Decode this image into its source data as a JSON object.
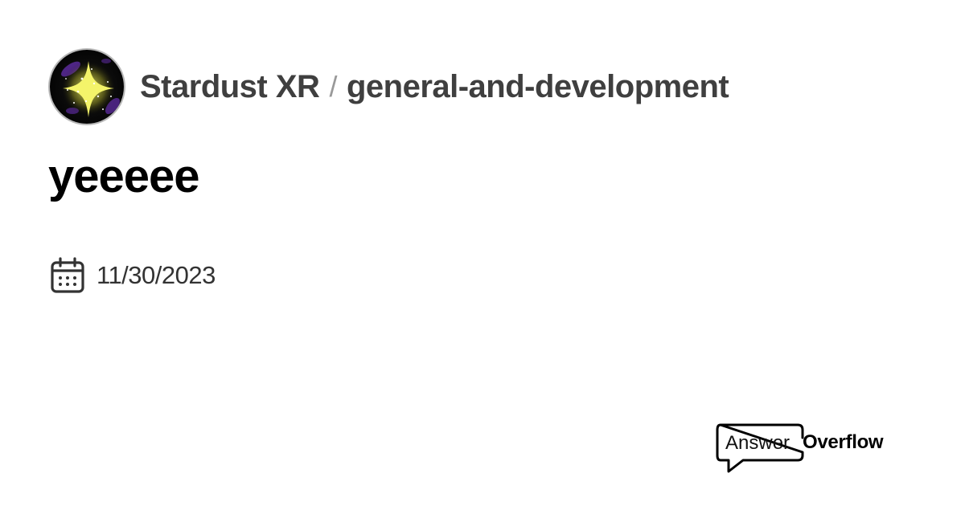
{
  "header": {
    "server_name": "Stardust XR",
    "separator": "/",
    "channel_name": "general-and-development",
    "avatar_icon": "sparkle-star-avatar"
  },
  "post": {
    "title": "yeeeee",
    "date_icon": "calendar-icon",
    "date": "11/30/2023"
  },
  "brand": {
    "answer": "Answer",
    "overflow": "Overflow",
    "icon": "speech-bubble-icon"
  },
  "colors": {
    "breadcrumb_text": "#3f3f3f",
    "title_text": "#000000",
    "star_yellow": "#f4f46a",
    "space_purple": "#5a2a9a"
  }
}
